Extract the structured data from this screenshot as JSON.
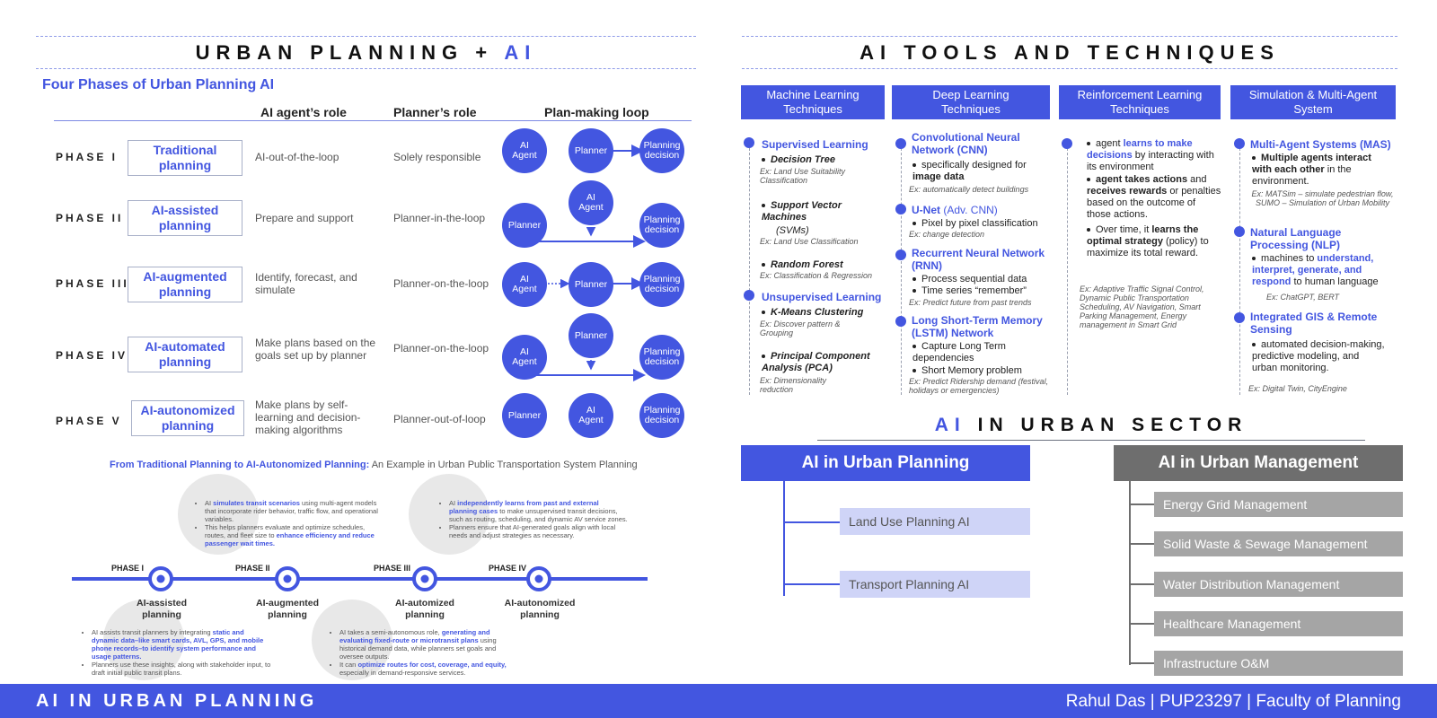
{
  "left": {
    "title_main": "URBAN PLANNING +",
    "title_accent": "AI",
    "subtitle": "Four Phases of Urban Planning AI",
    "col_agent": "AI agent’s role",
    "col_planner": "Planner’s role",
    "col_loop": "Plan-making loop",
    "phases": [
      {
        "label": "PHASE I",
        "name": "Traditional planning",
        "agent_role": "AI-out-of-the-loop",
        "planner_role": "Solely responsible"
      },
      {
        "label": "PHASE II",
        "name": "AI-assisted planning",
        "agent_role": "Prepare and support",
        "planner_role": "Planner-in-the-loop"
      },
      {
        "label": "PHASE III",
        "name": "AI-augmented planning",
        "agent_role": "Identify, forecast, and simulate",
        "planner_role": "Planner-on-the-loop"
      },
      {
        "label": "PHASE IV",
        "name": "AI-automated planning",
        "agent_role": "Make plans based on the goals set up by planner",
        "planner_role": "Planner-on-the-loop"
      },
      {
        "label": "PHASE V",
        "name": "AI-autonomized planning",
        "agent_role": "Make plans by self-learning and decision-making algorithms",
        "planner_role": "Planner-out-of-loop"
      }
    ],
    "loop_labels": {
      "agent": "AI Agent",
      "planner": "Planner",
      "decision": "Planning decision"
    },
    "timeline": {
      "heading_bold": "From Traditional Planning to AI-Autonomized Planning:",
      "heading_rest": " An Example in Urban Public Transportation System Planning",
      "phases": [
        {
          "ph": "PHASE I",
          "name": "AI-assisted planning"
        },
        {
          "ph": "PHASE II",
          "name": "AI-augmented planning"
        },
        {
          "ph": "PHASE III",
          "name": "AI-automized planning"
        },
        {
          "ph": "PHASE IV",
          "name": "AI-autonomized planning"
        }
      ],
      "note_top1_a": "AI ",
      "note_top1_b": "simulates transit scenarios",
      "note_top1_c": " using multi-agent models that incorporate rider behavior, traffic flow, and operational variables.",
      "note_top1_d": "This helps planners evaluate and optimize schedules, routes, and fleet size to ",
      "note_top1_e": "enhance efficiency and reduce passenger wait times.",
      "note_top2_a": "AI ",
      "note_top2_b": "independently learns from past and external planning cases",
      "note_top2_c": " to make unsupervised transit decisions, such as routing, scheduling, and dynamic AV service zones.",
      "note_top2_d": "Planners ensure that AI-generated goals align with local needs and adjust strategies as necessary.",
      "note_bot1_a": "AI assists transit planners by integrating ",
      "note_bot1_b": "static and dynamic data–like smart cards, AVL, GPS, and mobile phone records–to identify system performance and usage patterns.",
      "note_bot1_c": "Planners use these insights, along with stakeholder input, to draft initial public transit plans.",
      "note_bot2_a": "AI takes a semi-autonomous role, ",
      "note_bot2_b": "generating and evaluating fixed-route or microtransit plans",
      "note_bot2_c": " using historical demand data, while planners set goals and oversee outputs.",
      "note_bot2_d": "It can ",
      "note_bot2_e": "optimize routes for cost, coverage, and equity,",
      "note_bot2_f": " especially in demand-responsive services."
    }
  },
  "right": {
    "title": "AI TOOLS AND TECHNIQUES",
    "headers": [
      "Machine Learning Techniques",
      "Deep Learning Techniques",
      "Reinforcement Learning Techniques",
      "Simulation & Multi-Agent System"
    ],
    "ml": {
      "supervised": "Supervised Learning",
      "dt": "Decision Tree",
      "dt_ex": "Ex: Land Use Suitability Classification",
      "svm": "Support Vector Machines",
      "svm_abbr": "(SVMs)",
      "svm_ex": "Ex: Land Use Classification",
      "rf": "Random Forest",
      "rf_ex": "Ex: Classification & Regression",
      "unsupervised": "Unsupervised Learning",
      "km": "K-Means Clustering",
      "km_ex": "Ex: Discover pattern & Grouping",
      "pca": "Principal Component Analysis (PCA)",
      "pca_ex": "Ex: Dimensionality reduction"
    },
    "dl": {
      "cnn": "Convolutional Neural Network (CNN)",
      "cnn_b1": "specifically designed for ",
      "cnn_b1b": "image data",
      "cnn_ex": "Ex: automatically detect buildings",
      "unet": "U-Net",
      "unet_adv": " (Adv. CNN)",
      "unet_b1": "Pixel by pixel classification",
      "unet_ex": "Ex: change detection",
      "rnn": "Recurrent Neural Network (RNN)",
      "rnn_b1": "Process sequential data",
      "rnn_b2": "Time series “remember”",
      "rnn_ex": "Ex: Predict future from past trends",
      "lstm": "Long Short-Term Memory (LSTM) Network",
      "lstm_b1": "Capture Long Term dependencies",
      "lstm_b2": "Short Memory problem",
      "lstm_ex": "Ex: Predict Ridership demand (festival, holidays or emergencies)"
    },
    "rl": {
      "b1a": "agent ",
      "b1b": "learns to make decisions",
      "b1c": " by interacting with its environment",
      "b2a": "agent takes actions",
      "b2b": " and ",
      "b2c": "receives rewards",
      "b2d": " or penalties based on the outcome of those actions.",
      "b3a": "Over time, it ",
      "b3b": "learns the optimal strategy",
      "b3c": " (policy) to maximize its total reward.",
      "ex": "Ex: Adaptive Traffic Signal Control, Dynamic Public Transportation Scheduling, AV Navigation, Smart Parking Management, Energy management in Smart Grid"
    },
    "sim": {
      "mas": "Multi-Agent Systems (MAS)",
      "mas_b1": "Multiple agents interact with each other",
      "mas_b1b": " in the environment.",
      "mas_ex": "Ex: MATSim – simulate pedestrian flow, SUMO – Simulation of Urban Mobility",
      "nlp": "Natural Language Processing (NLP)",
      "nlp_b1a": "machines to ",
      "nlp_b1b": "understand, interpret, generate, and respond",
      "nlp_b1c": " to human language",
      "nlp_ex": "Ex: ChatGPT, BERT",
      "gis": "Integrated GIS & Remote Sensing",
      "gis_b1": "automated decision-making, predictive modeling, and urban monitoring.",
      "gis_ex": "Ex: Digital Twin, CityEngine"
    },
    "sector_accent": "AI",
    "sector_rest": "IN URBAN SECTOR",
    "planning_title": "AI in Urban Planning",
    "planning_items": [
      "Land Use Planning AI",
      "Transport Planning AI"
    ],
    "mgmt_title": "AI in Urban Management",
    "mgmt_items": [
      "Energy Grid Management",
      "Solid Waste & Sewage Management",
      "Water Distribution Management",
      "Healthcare Management",
      "Infrastructure O&M"
    ]
  },
  "footer": {
    "left": "AI IN URBAN PLANNING",
    "right": "Rahul Das | PUP23297 | Faculty of Planning"
  }
}
